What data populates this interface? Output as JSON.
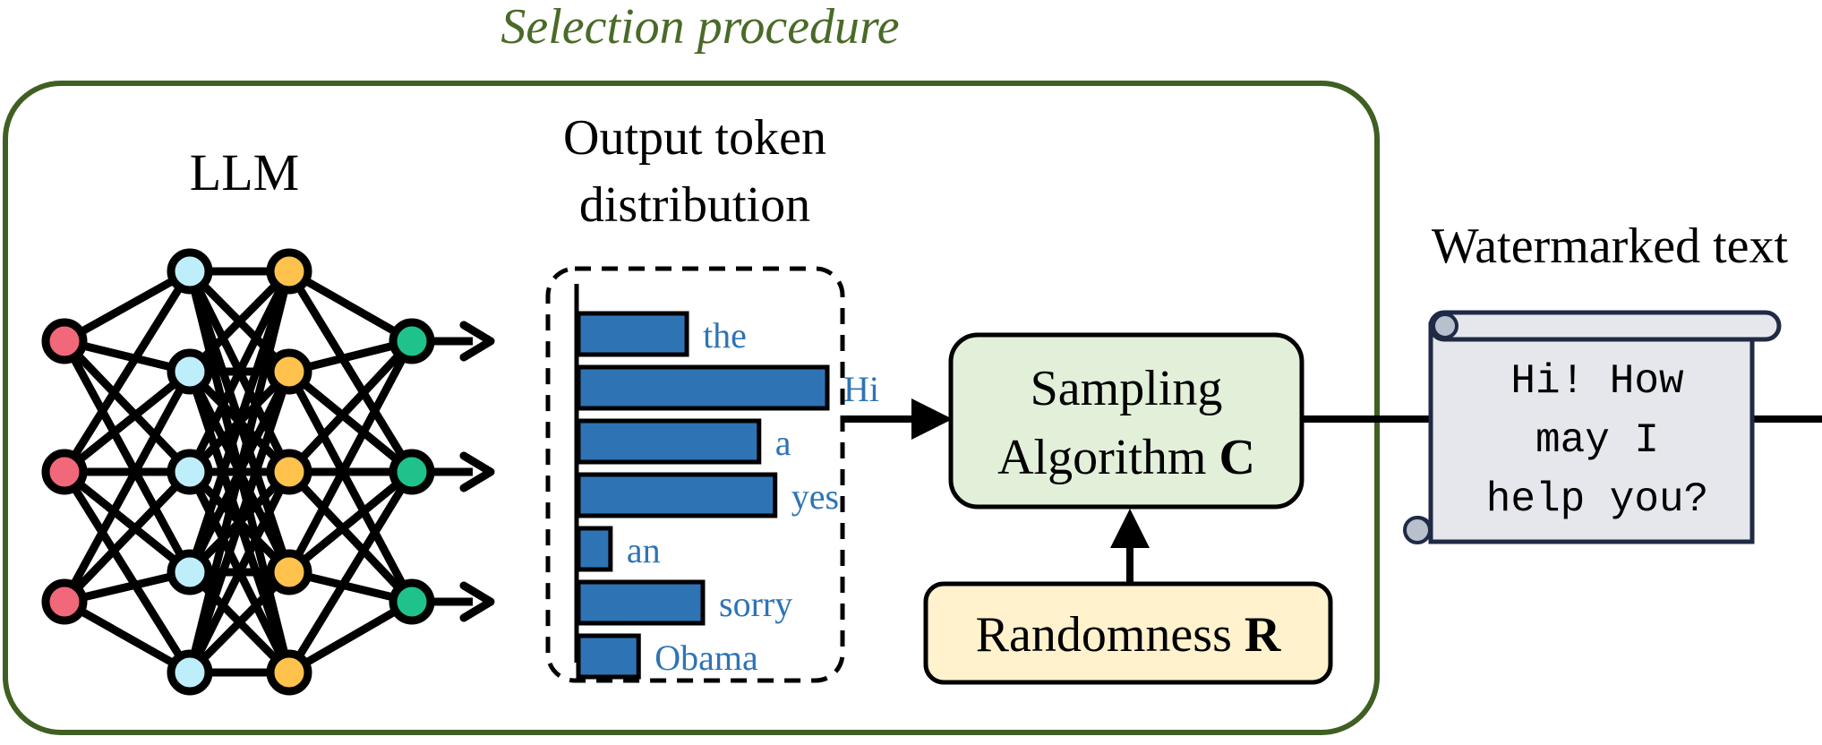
{
  "selection": {
    "title": "Selection procedure"
  },
  "llm": {
    "label": "LLM"
  },
  "distribution": {
    "title_line1": "Output token",
    "title_line2": "distribution",
    "bars": [
      {
        "token": "the",
        "probability": 0.27
      },
      {
        "token": "Hi",
        "probability": 0.62
      },
      {
        "token": "a",
        "probability": 0.45
      },
      {
        "token": "yes",
        "probability": 0.49
      },
      {
        "token": "an",
        "probability": 0.08
      },
      {
        "token": "sorry",
        "probability": 0.31
      },
      {
        "token": "Obama",
        "probability": 0.15
      }
    ]
  },
  "sampling": {
    "line1": "Sampling",
    "line2_prefix": "Algorithm ",
    "line2_bold": "C"
  },
  "randomness": {
    "prefix": "Randomness ",
    "bold": "R"
  },
  "output": {
    "title": "Watermarked text",
    "line1": "Hi! How",
    "line2": "may I",
    "line3": "help you?"
  },
  "colors": {
    "frame": "#3f5f23",
    "title": "#4a6a28",
    "bar": "#2e74b5",
    "token_label": "#2e74b5",
    "sampling_fill": "#e2efd9",
    "randomness_fill": "#fff2cc",
    "scroll_fill": "#e6e7ec",
    "scroll_curl": "#b8c0ce",
    "node_input": "#f0687a",
    "node_hidden1": "#bfeefb",
    "node_hidden2": "#ffc24d",
    "node_output": "#1fc28a"
  }
}
